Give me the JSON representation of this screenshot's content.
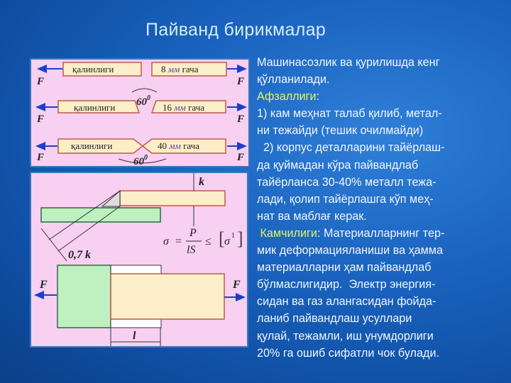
{
  "title": "Пайванд  бирикмалар",
  "figure_top": {
    "force": "F",
    "rows": [
      {
        "left": "қалинлиги",
        "right_num": "8",
        "right_unit": "мм",
        "right_word": "гача"
      },
      {
        "left": "қалинлиги",
        "right_num": "16",
        "right_unit": "мм",
        "right_word": "гача",
        "angle": "60"
      },
      {
        "left": "қалинлиги",
        "right_num": "40",
        "right_unit": "мм",
        "right_word": "гача",
        "angle": "60"
      }
    ],
    "degree": "0"
  },
  "figure_bottom": {
    "k": "k",
    "leg": "0,7 k",
    "force": "F",
    "length": "l",
    "formula": {
      "sigma": "σ",
      "eq": "=",
      "num": "P",
      "den": "lS",
      "le": "≤",
      "rhs": "σ",
      "sup": "1"
    }
  },
  "text": {
    "lines": [
      {
        "t": "Машинасозлик ва қурилишда кенг"
      },
      {
        "t": "қўлланилади."
      },
      {
        "h": "Афзаллиги",
        ":": ":"
      },
      {
        "t": "1) кам меҳнат талаб қилиб, метал-"
      },
      {
        "t": "ни тежайди (тешик очилмайди)"
      },
      {
        "t": "  2) корпус деталларини тайёрлаш-"
      },
      {
        "t": "да қуймадан кўра пайвандлаб"
      },
      {
        "t": "тайёрланса 30-40% металл тежа-"
      },
      {
        "t": "лади, қолип тайёрлашга кўп меҳ-"
      },
      {
        "t": "нат ва маблағ керак."
      },
      {
        "h": " Камчилиги",
        "t": ": Материалларнинг тер-"
      },
      {
        "t": "мик деформацияланиши ва ҳамма"
      },
      {
        "t": "материалларни ҳам пайвандлаб"
      },
      {
        "t": "бўлмаслигидир.  Электр энергия-"
      },
      {
        "t": "сидан ва газ алангасидан фойда-"
      },
      {
        "t": "ланиб пайвандлаш усуллари"
      },
      {
        "t": "қулай, тежамли, иш унумдорлиги"
      },
      {
        "t": "20% га ошиб сифатли чок булади."
      }
    ]
  }
}
